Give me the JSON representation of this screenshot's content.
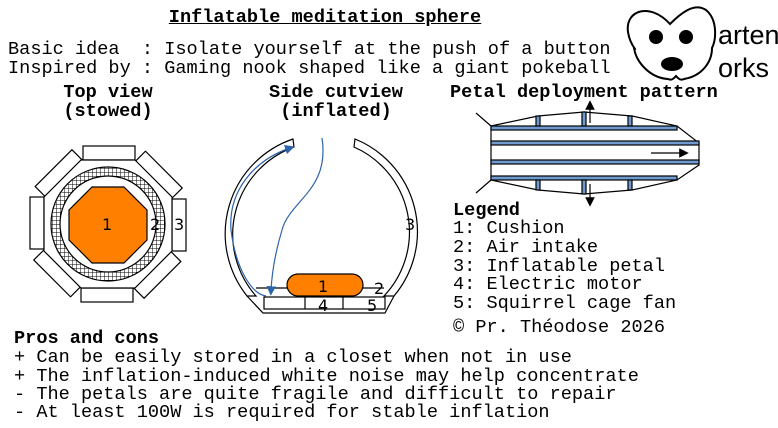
{
  "title": "Inflatable meditation sphere",
  "intro": [
    "Basic idea  : Isolate yourself at the push of a button",
    "Inspired by : Gaming nook shaped like a giant pokeball"
  ],
  "logo": {
    "line1": "arten",
    "line2": "orks"
  },
  "top_view": {
    "title1": "Top view",
    "title2": "(stowed)",
    "labels": [
      "1",
      "2",
      "3"
    ]
  },
  "side_view": {
    "title1": "Side cutview",
    "title2": "(inflated)",
    "labels": [
      "1",
      "2",
      "3",
      "4",
      "5"
    ]
  },
  "petal": {
    "title": "Petal deployment pattern"
  },
  "legend": {
    "title": "Legend",
    "items": [
      "1: Cushion",
      "2: Air intake",
      "3: Inflatable petal",
      "4: Electric motor",
      "5: Squirrel cage fan"
    ],
    "copyright": "© Pr. Théodose 2026"
  },
  "pros_cons": {
    "title": "Pros and cons",
    "items": [
      "+ Can be easily stored in a closet when not in use",
      "+ The inflation-induced white noise may help concentrate",
      "- The petals are quite fragile and difficult to repair",
      "- At least 100W is required for stable inflation"
    ]
  },
  "colors": {
    "cushion": "#ff8000",
    "airflow": "#2e64a8",
    "strip": "#6f9bd1"
  }
}
